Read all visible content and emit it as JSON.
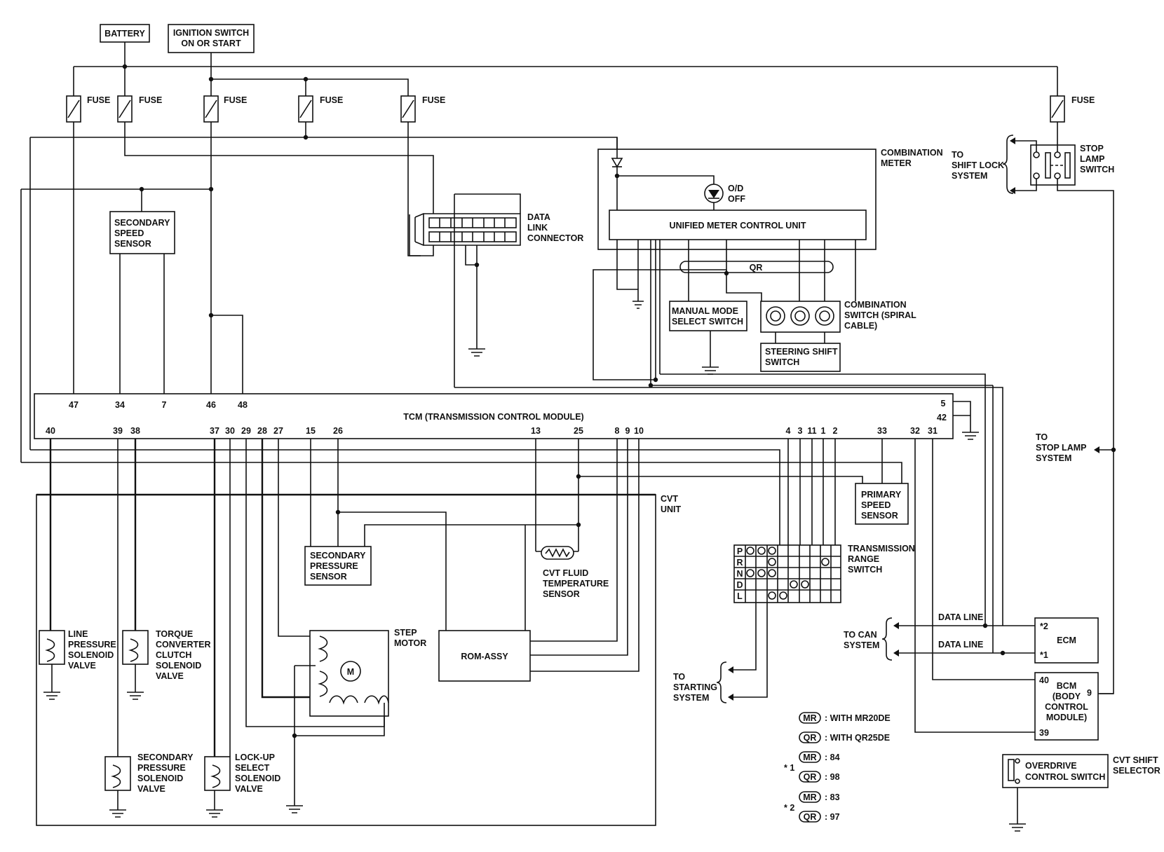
{
  "labels": {
    "battery": "BATTERY",
    "ignition_1": "IGNITION SWITCH",
    "ignition_2": "ON OR START",
    "fuse": "FUSE",
    "combination_meter_1": "COMBINATION",
    "combination_meter_2": "METER",
    "od_off_1": "O/D",
    "od_off_2": "OFF",
    "unified_meter": "UNIFIED METER CONTROL UNIT",
    "qr": "QR",
    "manual_mode_1": "MANUAL MODE",
    "manual_mode_2": "SELECT SWITCH",
    "combination_switch_1": "COMBINATION",
    "combination_switch_2": "SWITCH (SPIRAL",
    "combination_switch_3": "CABLE)",
    "steering_shift_1": "STEERING SHIFT",
    "steering_shift_2": "SWITCH",
    "data_link_1": "DATA",
    "data_link_2": "LINK",
    "data_link_3": "CONNECTOR",
    "to_shift_lock_1": "TO",
    "to_shift_lock_2": "SHIFT LOCK",
    "to_shift_lock_3": "SYSTEM",
    "stop_lamp_1": "STOP",
    "stop_lamp_2": "LAMP",
    "stop_lamp_3": "SWITCH",
    "secondary_speed_1": "SECONDARY",
    "secondary_speed_2": "SPEED",
    "secondary_speed_3": "SENSOR",
    "tcm": "TCM (TRANSMISSION CONTROL MODULE)",
    "to_stop_lamp_1": "TO",
    "to_stop_lamp_2": "STOP LAMP",
    "to_stop_lamp_3": "SYSTEM",
    "cvt_unit_1": "CVT",
    "cvt_unit_2": "UNIT",
    "primary_speed_1": "PRIMARY",
    "primary_speed_2": "SPEED",
    "primary_speed_3": "SENSOR",
    "sec_pressure_sensor_1": "SECONDARY",
    "sec_pressure_sensor_2": "PRESSURE",
    "sec_pressure_sensor_3": "SENSOR",
    "cvt_fluid_1": "CVT FLUID",
    "cvt_fluid_2": "TEMPERATURE",
    "cvt_fluid_3": "SENSOR",
    "trs_1": "TRANSMISSION",
    "trs_2": "RANGE",
    "trs_3": "SWITCH",
    "line_pressure_1": "LINE",
    "line_pressure_2": "PRESSURE",
    "line_pressure_3": "SOLENOID",
    "line_pressure_4": "VALVE",
    "torque_conv_1": "TORQUE",
    "torque_conv_2": "CONVERTER",
    "torque_conv_3": "CLUTCH",
    "torque_conv_4": "SOLENOID",
    "torque_conv_5": "VALVE",
    "step_motor_1": "STEP",
    "step_motor_2": "MOTOR",
    "motor_m": "M",
    "rom_assy": "ROM-ASSY",
    "data_line": "DATA LINE",
    "to_can_1": "TO CAN",
    "to_can_2": "SYSTEM",
    "ecm": "ECM",
    "star2": "*2",
    "star1": "*1",
    "to_starting_1": "TO",
    "to_starting_2": "STARTING",
    "to_starting_3": "SYSTEM",
    "bcm_1": "BCM",
    "bcm_2": "(BODY",
    "bcm_3": "CONTROL",
    "bcm_4": "MODULE)",
    "sec_pressure_valve_1": "SECONDARY",
    "sec_pressure_valve_2": "PRESSURE",
    "sec_pressure_valve_3": "SOLENOID",
    "sec_pressure_valve_4": "VALVE",
    "lockup_1": "LOCK-UP",
    "lockup_2": "SELECT",
    "lockup_3": "SOLENOID",
    "lockup_4": "VALVE",
    "overdrive_1": "OVERDRIVE",
    "overdrive_2": "CONTROL SWITCH",
    "cvt_shift_1": "CVT SHIFT",
    "cvt_shift_2": "SELECTOR",
    "range_p": "P",
    "range_r": "R",
    "range_n": "N",
    "range_d": "D",
    "range_l": "L"
  },
  "tcm_pins": {
    "p47": "47",
    "p34": "34",
    "p7": "7",
    "p46": "46",
    "p48": "48",
    "p5": "5",
    "p42": "42",
    "p40": "40",
    "p39": "39",
    "p38": "38",
    "p37": "37",
    "p30": "30",
    "p29": "29",
    "p28": "28",
    "p27": "27",
    "p15": "15",
    "p26": "26",
    "p13": "13",
    "p25": "25",
    "p8": "8",
    "p9": "9",
    "p10": "10",
    "p4": "4",
    "p3": "3",
    "p11": "11",
    "p1": "1",
    "p2": "2",
    "p33": "33",
    "p32": "32",
    "p31": "31"
  },
  "bcm_pins": {
    "b40": "40",
    "b9": "9",
    "b39": "39"
  },
  "legend": {
    "mr": "MR",
    "qr": "QR",
    "with_mr": ": WITH MR20DE",
    "with_qr": ": WITH QR25DE",
    "star1": "* 1",
    "star2": "* 2",
    "v84": ": 84",
    "v98": ": 98",
    "v83": ": 83",
    "v97": ": 97"
  }
}
